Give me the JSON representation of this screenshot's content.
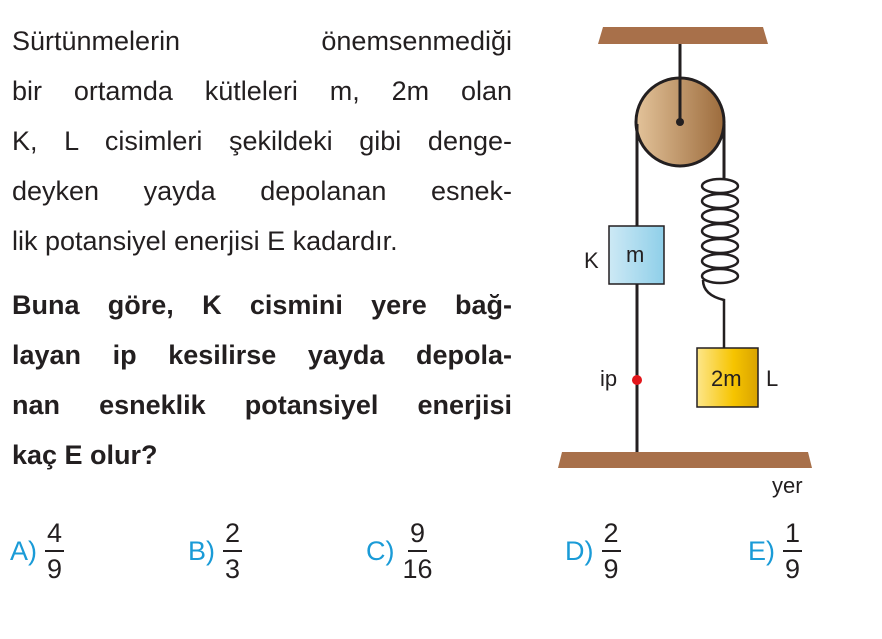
{
  "question": {
    "lines": [
      "Sürtünmelerin önemsenmediği",
      "bir ortamda kütleleri m, 2m olan",
      "K, L cisimleri şekildeki gibi denge-",
      "deyken yayda depolanan esnek-",
      "lik potansiyel enerjisi E kadardır."
    ],
    "bold_lines": [
      "Buna göre, K cismini yere bağ-",
      "layan ip kesilirse yayda depola-",
      "nan esneklik potansiyel enerjisi",
      "kaç E olur?"
    ]
  },
  "diagram": {
    "k_label": "K",
    "k_mass": "m",
    "l_label": "L",
    "l_mass": "2m",
    "rope_label": "ip",
    "ground_label": "yer"
  },
  "options": [
    {
      "letter": "A)",
      "num": "4",
      "den": "9"
    },
    {
      "letter": "B)",
      "num": "2",
      "den": "3"
    },
    {
      "letter": "C)",
      "num": "9",
      "den": "16"
    },
    {
      "letter": "D)",
      "num": "2",
      "den": "9"
    },
    {
      "letter": "E)",
      "num": "1",
      "den": "9"
    }
  ]
}
